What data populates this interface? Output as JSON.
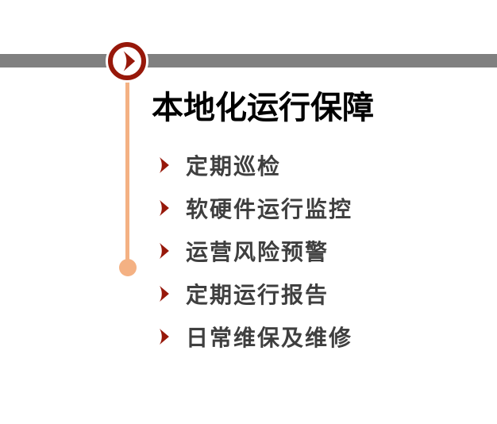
{
  "slide": {
    "title": "本地化运行保障",
    "bullet_items": [
      "定期巡检",
      "软硬件运行监控",
      "运营风险预警",
      "定期运行报告",
      "日常维保及维修"
    ],
    "colors": {
      "accent_dark_red": "#97180A",
      "timeline_peach": "#F4B183",
      "bar_gray": "#808080",
      "title_text": "#000000",
      "item_text": "#3F3F3F",
      "background": "#FFFFFF"
    },
    "icons": {
      "marker": "play-arrow-icon",
      "bullet": "arrow-bullet-icon"
    }
  }
}
